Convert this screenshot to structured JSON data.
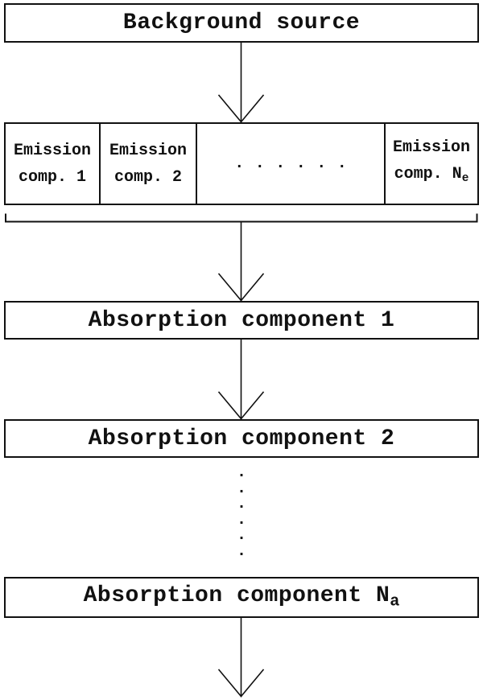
{
  "colors": {
    "line": "#111111",
    "background": "#ffffff"
  },
  "background_source": {
    "label": "Background source"
  },
  "emission": {
    "cells": [
      {
        "line1": "Emission",
        "line2": "comp. 1"
      },
      {
        "line1": "Emission",
        "line2": "comp. 2"
      },
      {
        "line1": "Emission",
        "line2": "comp. N",
        "subscript": "e"
      }
    ],
    "ellipsis": ". . . . . ."
  },
  "absorption": {
    "boxes": [
      {
        "label": "Absorption component 1"
      },
      {
        "label": "Absorption component 2"
      },
      {
        "label": "Absorption component N",
        "subscript": "a"
      }
    ],
    "ellipsis": ".\n.\n.\n.\n.\n."
  }
}
